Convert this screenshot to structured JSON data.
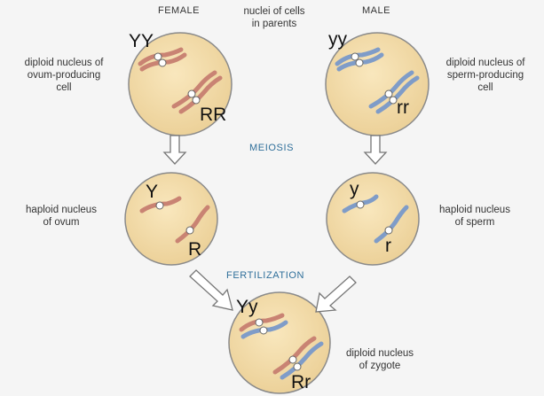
{
  "headers": {
    "female": "FEMALE",
    "nuclei_parents": [
      "nuclei of cells",
      "in parents"
    ],
    "male": "MALE"
  },
  "stages": {
    "meiosis": "MEIOSIS",
    "fertilization": "FERTILIZATION"
  },
  "labels": {
    "female_diploid": [
      "diploid nucleus of",
      "ovum-producing",
      "cell"
    ],
    "male_diploid": [
      "diploid nucleus of",
      "sperm-producing",
      "cell"
    ],
    "female_haploid": [
      "haploid nucleus",
      "of ovum"
    ],
    "male_haploid": [
      "haploid nucleus",
      "of sperm"
    ],
    "zygote": [
      "diploid nucleus",
      "of zygote"
    ]
  },
  "genes": {
    "female_diploid_top": "YY",
    "female_diploid_bottom": "RR",
    "male_diploid_top": "yy",
    "male_diploid_bottom": "rr",
    "female_haploid_top": "Y",
    "female_haploid_bottom": "R",
    "male_haploid_top": "y",
    "male_haploid_bottom": "r",
    "zygote_top": "Yy",
    "zygote_bottom": "Rr"
  },
  "colors": {
    "nucleus_fill": "#f3dca8",
    "nucleus_stroke": "#7a7a7a",
    "female_chromosome": "#d08c7c",
    "male_chromosome": "#7f9cc8",
    "stage_text": "#2f6f9a",
    "arrow_fill": "#ffffff",
    "arrow_stroke": "#777777"
  }
}
